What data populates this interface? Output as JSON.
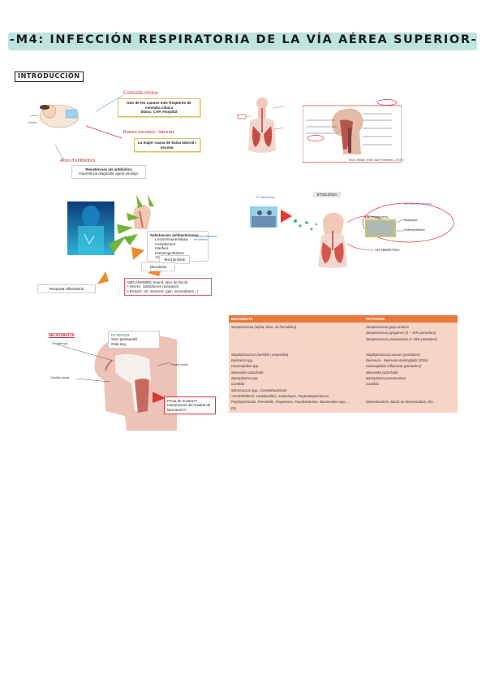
{
  "header": {
    "title": "-M4: INFECCIÓN RESPIRATORIA DE LA VÍA AÉREA SUPERIOR-",
    "section": "INTRODUCCIÓN"
  },
  "consulta": {
    "consulta_clinica": "Consulta clínica",
    "causa_line1": "Uno de les causes més freqüents de consulta clínica",
    "causa_line2": "diària: CAP, Hospital",
    "baixes": "Baixes escolars i laborals",
    "baixes_line1": "La major causa de baixa laboral i",
    "baixes_line2": "escolar",
    "abus": "Abús d'antibiòtics",
    "resist_line1": "Resistències als antibiòtics",
    "resist_line2": "Importància diagnòstic agent etiològic"
  },
  "respiratory": {
    "caption": "Bruno Bellido, Elder Juan Fernández, 2006 ©"
  },
  "immune": {
    "list_title": "Substancies antibacterianes:",
    "list_items": [
      "Lisozim/muramidasa",
      "Complement",
      "Interferó",
      "Immunoglobulines",
      "Anticossos circulants..."
    ],
    "handnote": "Funció protectora, de defensa",
    "teixit": "Teixit limfoide",
    "microbiota": "Microbiota",
    "resposta": "Resposta inflamatòria",
    "mecanismes_title": "MECANISMES: Imunit. desc de fisiolo.",
    "mecanismes_1": "• Secrec. substàncies (activació)",
    "mecanismes_2": "• Endocit. cèl. immunol. (gen. secundàries...)"
  },
  "etiologia": {
    "title": "ETIOLOGIA",
    "note_left": "Ñ. transmissió",
    "note_right": "Microbioma i rinovirus",
    "microbiota": "MICROBIOTA",
    "aspiracio": "Aspiració",
    "sobrepoblacio": "Sobrepoblació",
    "via": "VIA HEMÀTICA"
  },
  "microbiota_fig": {
    "title": "MICROBIOTA",
    "exterior_title": "EXTERIOR:",
    "exterior_1": "Sinis paranasals",
    "exterior_2": "Oïda mig",
    "orofaringe": "Orofaringe",
    "fossa_nasal": "Fossa nasal",
    "cavitat_bucal": "Cavitat bucal",
    "pregunta_1": "Presa de mostra??",
    "pregunta_2": "Interpretació del resultat de",
    "pregunta_3": "laboratori??"
  },
  "table": {
    "col1": "MICROBIOTA",
    "col2": "PATÒGENS",
    "left_group1": [
      "Streptococcus (alpha, beta, no hemolítics)"
    ],
    "right_group1": [
      "Streptococcus grup viridans",
      "Streptococcus pyogenes (5 – 10% portadors)",
      "Streptococcus pneumoniae (> 25% portadors)"
    ],
    "left_group2": [
      "Staphylococcus (aerobis i anaerobis)",
      "Neisseria spp.",
      "Haemophilus spp.",
      "Moraxella catarrhalis",
      "Mycoplasma spp.",
      "Candida",
      "Micrococcus spp., Corynebacterium",
      "ANAERÒBICS: Lactobacillus, Actinomyes, Peptostreptococcus,",
      "Porphyromonas, Prevotella, Treponema, Fusobacterium, Bacteroides spp.,...",
      "Etc."
    ],
    "right_group2": [
      "Staphylococcus aureus (portadors)",
      "Neisseria - Neisseria meningitidis (20%)",
      "Haemophilus influenzae (portadors)",
      "Moraxella catarrhalis",
      "Mycoplasma pneumoniae",
      "Candida",
      "",
      "",
      "Enterobacteris, Bacils no fermentadors, Etc."
    ]
  },
  "colors": {
    "title_band": "#bfe3de",
    "table_header": "#e8793a",
    "table_body": "#f6d4c6",
    "accent_red": "#c83232",
    "arrow_orange": "#ee8a2e",
    "arrow_green": "#6fb43a"
  }
}
